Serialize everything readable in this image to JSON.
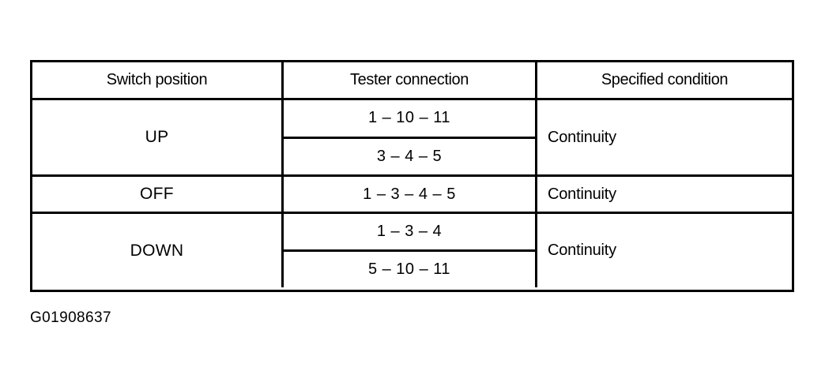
{
  "table": {
    "headers": [
      "Switch position",
      "Tester connection",
      "Specified condition"
    ],
    "rows": [
      {
        "switch_position": "UP",
        "tester_connections": [
          "1 – 10 – 11",
          "3 – 4 – 5"
        ],
        "specified_condition": "Continuity"
      },
      {
        "switch_position": "OFF",
        "tester_connections": [
          "1 – 3 – 4 – 5"
        ],
        "specified_condition": "Continuity"
      },
      {
        "switch_position": "DOWN",
        "tester_connections": [
          "1 – 3 – 4",
          "5 – 10 – 11"
        ],
        "specified_condition": "Continuity"
      }
    ]
  },
  "caption": "G01908637",
  "colors": {
    "background": "#ffffff",
    "foreground": "#000000",
    "border": "#000000"
  }
}
